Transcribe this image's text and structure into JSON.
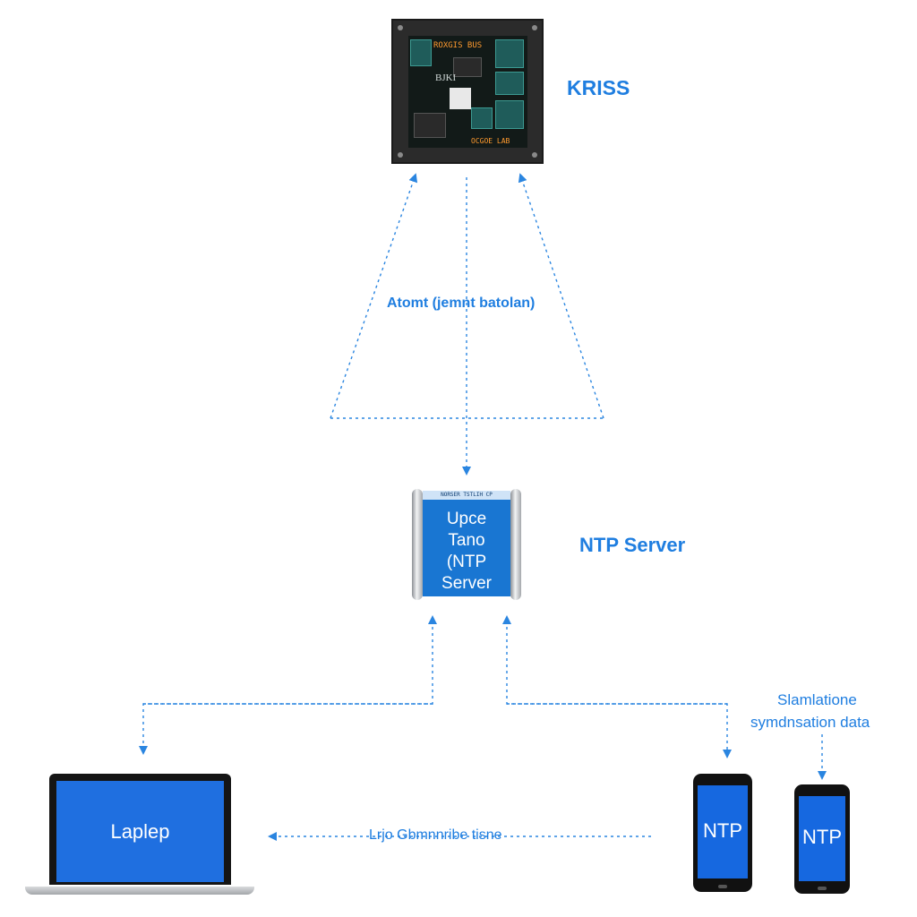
{
  "kriss": {
    "label": "KRISS",
    "screen_title": "ROXGIS BUS",
    "screen_sub": "BJKI",
    "screen_footer": "OCGOE LAB"
  },
  "ntp_server": {
    "label": "NTP Server",
    "box_header": "NORSER TSTLIH CP",
    "box_text": [
      "Upce",
      "Tano",
      "(NTP",
      "Server"
    ]
  },
  "links": {
    "atomic_label": "Atomt (jemnt batolan)",
    "sync_label_line1": "Slamlatione",
    "sync_label_line2": "symdnsation data",
    "laptop_link_label": "Lrjo Gbmnnribe tisne"
  },
  "laptop": {
    "label": "Laplep"
  },
  "phones": [
    {
      "label": "NTP"
    },
    {
      "label": "NTP"
    }
  ],
  "colors": {
    "accent_blue": "#1f7ee0",
    "arrow_blue": "#2a85e0",
    "device_blue": "#1976d2"
  }
}
